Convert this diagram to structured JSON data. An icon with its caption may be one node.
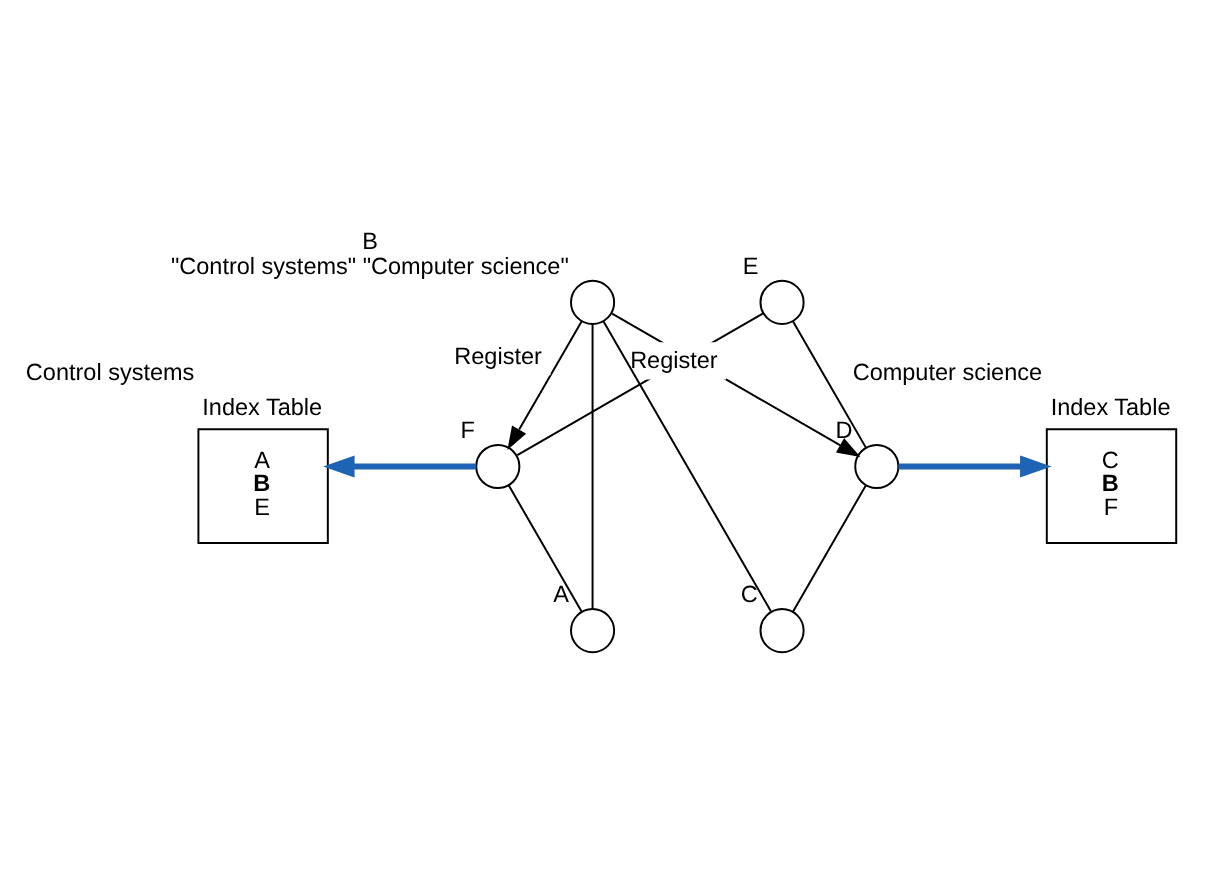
{
  "diagram": {
    "nodes": [
      {
        "text": [
          "Index Table",
          "A **B** E"
        ],
        "beside": [
          "Control systems"
        ]
      },
      {
        "text": [],
        "shape": "circle",
        "beside": [
          "A"
        ]
      },
      {
        "text": [],
        "shape": "circle",
        "beside": [
          "F"
        ]
      },
      {
        "text": [],
        "shape": "circle",
        "beside": [
          "B",
          "\"Control systems\" \"Computer science\""
        ]
      },
      {
        "text": [],
        "shape": "circle",
        "beside": [
          "E"
        ]
      },
      {
        "text": [
          "Index Table",
          "C **B** F"
        ],
        "beside": [
          "Computer science"
        ]
      },
      {
        "text": [],
        "shape": "circle",
        "beside": [
          "C"
        ]
      },
      {
        "text": [],
        "shape": "circle",
        "beside": [
          "D"
        ]
      }
    ],
    "edges": [
      {
        "from": 1,
        "to": 2,
        "arrow": "none"
      },
      {
        "from": 2,
        "to": 4,
        "arrow": "none"
      },
      {
        "from": 4,
        "to": 7,
        "arrow": "none"
      },
      {
        "from": 7,
        "to": 6,
        "arrow": "none"
      },
      {
        "from": 6,
        "to": 3,
        "arrow": "none"
      },
      {
        "from": 3,
        "to": 1,
        "arrow": "none"
      },
      {
        "from": 3,
        "to": 2,
        "arrow": "to",
        "label": "Register"
      },
      {
        "from": 3,
        "to": 7,
        "arrow": "to",
        "label": "Register"
      },
      {
        "from": 2,
        "to": 0,
        "arrow": "to",
        "style": "thick",
        "color": "#1f64b4"
      },
      {
        "from": 7,
        "to": 5,
        "arrow": "to",
        "style": "thick",
        "color": "#1f64b4"
      }
    ]
  }
}
